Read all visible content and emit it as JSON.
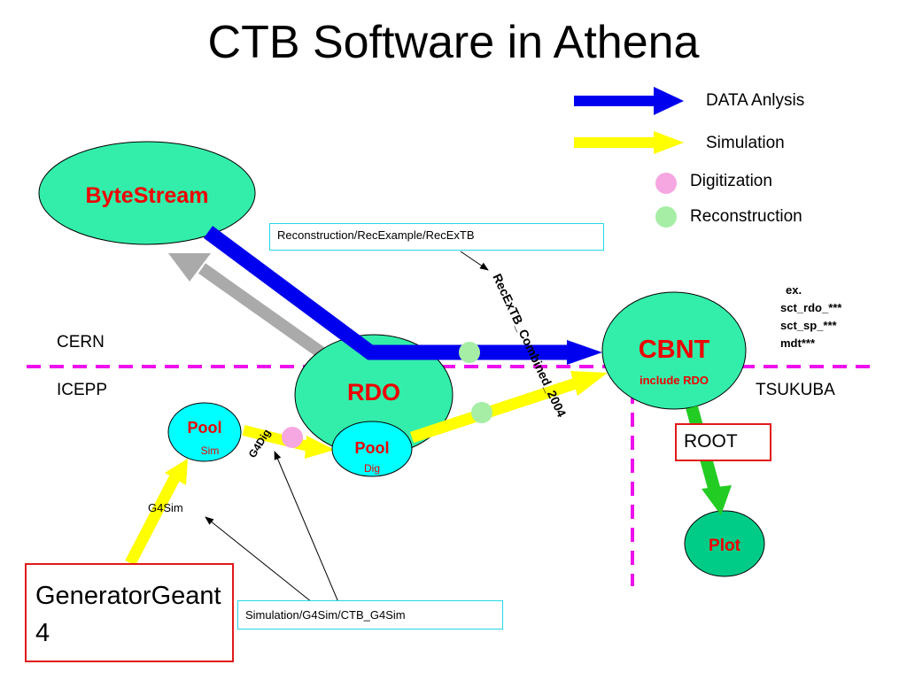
{
  "title": "CTB Software in Athena",
  "legend": [
    {
      "label": "DATA Anlysis",
      "kind": "arrow",
      "color": "#0000ee"
    },
    {
      "label": "Simulation",
      "kind": "arrow",
      "color": "#ffff00"
    },
    {
      "label": "Digitization",
      "kind": "dot",
      "color": "#f6a6e0"
    },
    {
      "label": "Reconstruction",
      "kind": "dot",
      "color": "#a6eea6"
    }
  ],
  "nodes": {
    "bytestream": "ByteStream",
    "rdo": "RDO",
    "cbnt": "CBNT",
    "cbnt_sub": "include RDO",
    "pool_sim": "Pool",
    "pool_sim_sub": "Sim",
    "pool_dig": "Pool",
    "pool_dig_sub": "Dig",
    "plot": "Plot"
  },
  "boxes": {
    "reconstruction_path": "Reconstruction/RecExample/RecExTB",
    "simulation_path": "Simulation/G4Sim/CTB_G4Sim",
    "root": "ROOT",
    "generator": "GeneratorGeant4"
  },
  "labels": {
    "cern": "CERN",
    "icepp": "ICEPP",
    "tsukuba": "TSUKUBA",
    "g4sim": "G4Sim",
    "g4dig": "G4Dig",
    "recextb": "RecExTB_Combined_2004",
    "examples": [
      "ex.",
      "sct_rdo_***",
      "sct_sp_***",
      "mdt***"
    ]
  },
  "colors": {
    "ellipse_fill": "#33eeaa",
    "pool_fill": "#00ffff",
    "plot_fill": "#00cc88",
    "node_text_red": "#ee0000",
    "boundary": "#ee11ee",
    "data_arrow": "#0000ee",
    "sim_arrow": "#ffff00",
    "return_arrow": "#aaaaaa",
    "plot_arrow": "#22cc22"
  }
}
